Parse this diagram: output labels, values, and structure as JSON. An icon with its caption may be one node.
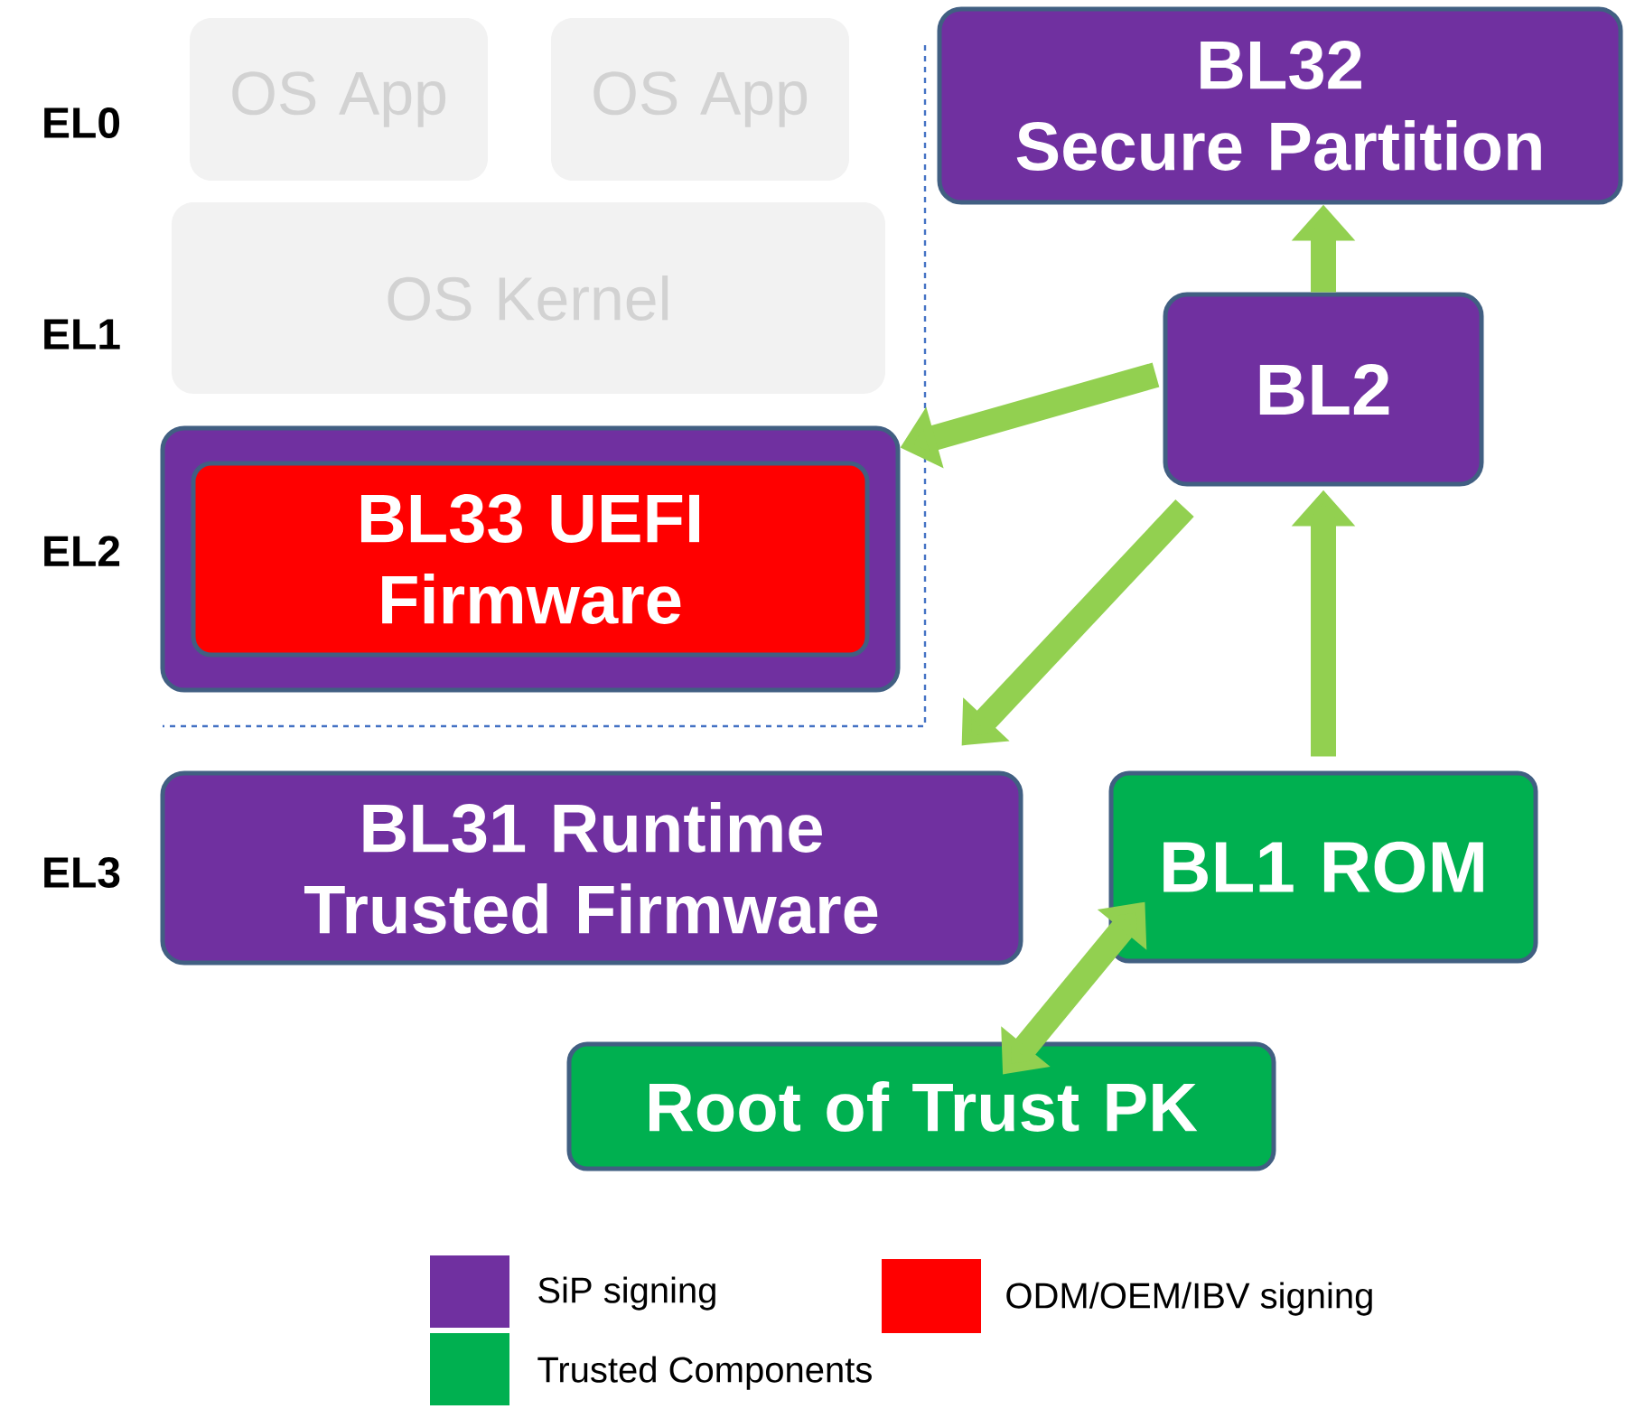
{
  "diagram": {
    "nodes": [
      {
        "text": [
          "OS App"
        ]
      },
      {
        "text": [
          "OS App"
        ]
      },
      {
        "text": [
          "OS Kernel"
        ]
      },
      {
        "text": [
          "BL32",
          "Secure Partition"
        ]
      },
      {
        "text": [
          "BL2"
        ]
      },
      {
        "text": [],
        "shape": "box"
      },
      {
        "text": [
          "BL33 UEFI Firmware"
        ],
        "in": 5
      },
      {
        "text": [
          "BL31 Runtime Trusted Firmware"
        ]
      },
      {
        "text": [
          "BL1 ROM"
        ]
      },
      {
        "text": [
          "Root of Trust PK"
        ]
      }
    ],
    "edges": [
      {
        "from": 4,
        "to": 3,
        "arrow": "to"
      },
      {
        "from": 4,
        "to": 5,
        "arrow": "to"
      },
      {
        "from": 4,
        "to": 7,
        "arrow": "to"
      },
      {
        "from": 8,
        "to": 4,
        "arrow": "to"
      },
      {
        "from": 9,
        "to": 8,
        "arrow": "both"
      }
    ],
    "labels": [
      "EL0",
      "EL1",
      "EL2",
      "EL3"
    ],
    "legend": [
      {
        "text": "SiP signing",
        "color": "#7030a0"
      },
      {
        "text": "ODM/OEM/IBV signing",
        "color": "#ff0000"
      },
      {
        "text": "Trusted Components",
        "color": "#00b050"
      }
    ]
  }
}
